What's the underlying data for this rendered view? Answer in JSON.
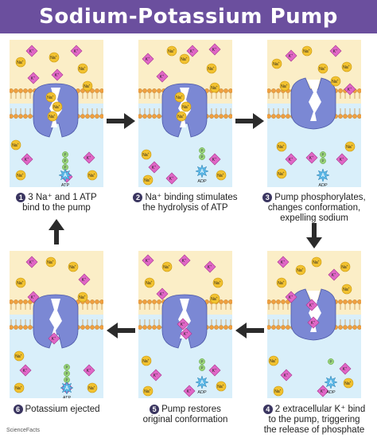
{
  "title": "Sodium-Potassium Pump",
  "labels": {
    "na": "Na",
    "k": "K",
    "sup": "+",
    "p": "P",
    "a": "A",
    "atp": "ATP",
    "adp": "ADP"
  },
  "steps": [
    {
      "num": "1",
      "line1": "3 Na⁺ and 1 ATP",
      "line2": "bind to the pump",
      "line3": ""
    },
    {
      "num": "2",
      "line1": "Na⁺ binding stimulates",
      "line2": "the hydrolysis of ATP",
      "line3": ""
    },
    {
      "num": "3",
      "line1": "Pump phosphorylates,",
      "line2": "changes conformation,",
      "line3": "expelling sodium"
    },
    {
      "num": "4",
      "line1": "2 extracellular K⁺ bind",
      "line2": "to the pump, triggering",
      "line3": "the release of phosphate"
    },
    {
      "num": "5",
      "line1": "Pump restores",
      "line2": "original conformation",
      "line3": ""
    },
    {
      "num": "6",
      "line1": "Potassium ejected",
      "line2": "",
      "line3": ""
    }
  ],
  "logo_text": "ScienceFacts",
  "colors": {
    "header": "#6b4f9e",
    "extracellular": "#fbeec7",
    "intracellular": "#d9effa",
    "pump": "#7b88d4",
    "sodium": "#f2c230",
    "potassium": "#e066c6",
    "phosphate": "#9cd67a",
    "adenosine": "#5bb7e6",
    "arrow": "#2b2b2b"
  }
}
